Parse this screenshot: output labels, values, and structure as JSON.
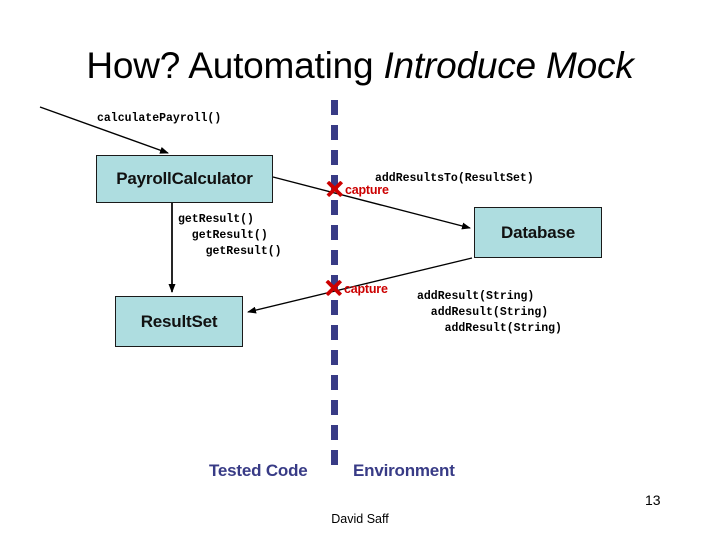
{
  "slide": {
    "title_prefix": "How? Automating ",
    "title_emphasis": "Introduce Mock",
    "number": "13",
    "author": "David Saff"
  },
  "nodes": [
    {
      "id": "payroll-calculator",
      "label": "PayrollCalculator"
    },
    {
      "id": "database",
      "label": "Database"
    },
    {
      "id": "result-set",
      "label": "ResultSet"
    }
  ],
  "code_labels": {
    "calculate_payroll": "calculatePayroll()",
    "add_results_to": "addResultsTo(ResultSet)",
    "get_results": "getResult()\n  getResult()\n    getResult()",
    "add_results": "addResult(String)\n  addResult(String)\n    addResult(String)"
  },
  "capture_markers": {
    "x_glyph": "✕",
    "top_label": "capture",
    "bottom_label": "capture"
  },
  "regions": {
    "tested_code": "Tested Code",
    "environment": "Environment"
  },
  "colors": {
    "box_fill": "#aedde0",
    "box_border": "#1a1a1a",
    "divider": "#383b86",
    "capture_red": "#cc0000",
    "region_label": "#383b86",
    "background": "#ffffff"
  }
}
